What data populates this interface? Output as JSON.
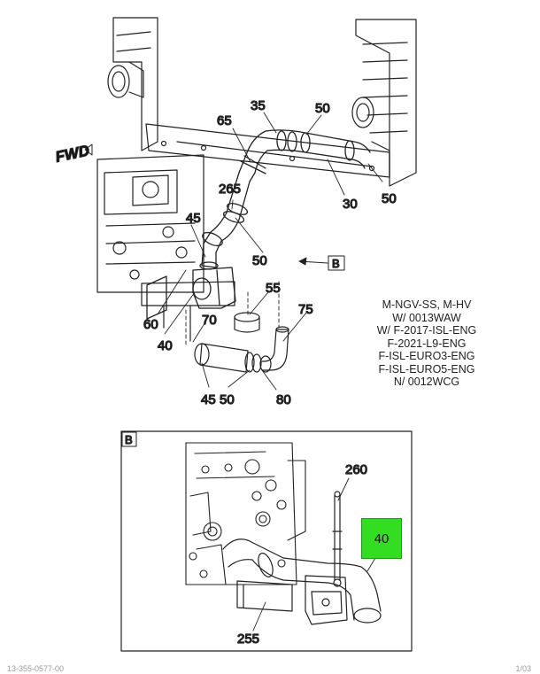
{
  "direction_label": "FWD",
  "view_label": "B",
  "callouts": {
    "c35": "35",
    "c50a": "50",
    "c65": "65",
    "c30": "30",
    "c50b": "50",
    "c265": "265",
    "c45a": "45",
    "c50c": "50",
    "c55": "55",
    "c75": "75",
    "c60": "60",
    "c70": "70",
    "c40": "40",
    "c45b": "45",
    "c50d": "50",
    "c80": "80",
    "c260": "260",
    "c255": "255",
    "c40_highlight": "40"
  },
  "applicability_note": [
    "M-NGV-SS, M-HV",
    "W/ 0013WAW",
    "W/ F-2017-ISL-ENG",
    "F-2021-L9-ENG",
    "F-ISL-EURO3-ENG",
    "F-ISL-EURO5-ENG",
    "N/ 0012WCG"
  ],
  "footer_id": "13-355-0577-00",
  "page_number": "1/03",
  "colors": {
    "highlight": "#33dd22",
    "line": "#222222"
  }
}
